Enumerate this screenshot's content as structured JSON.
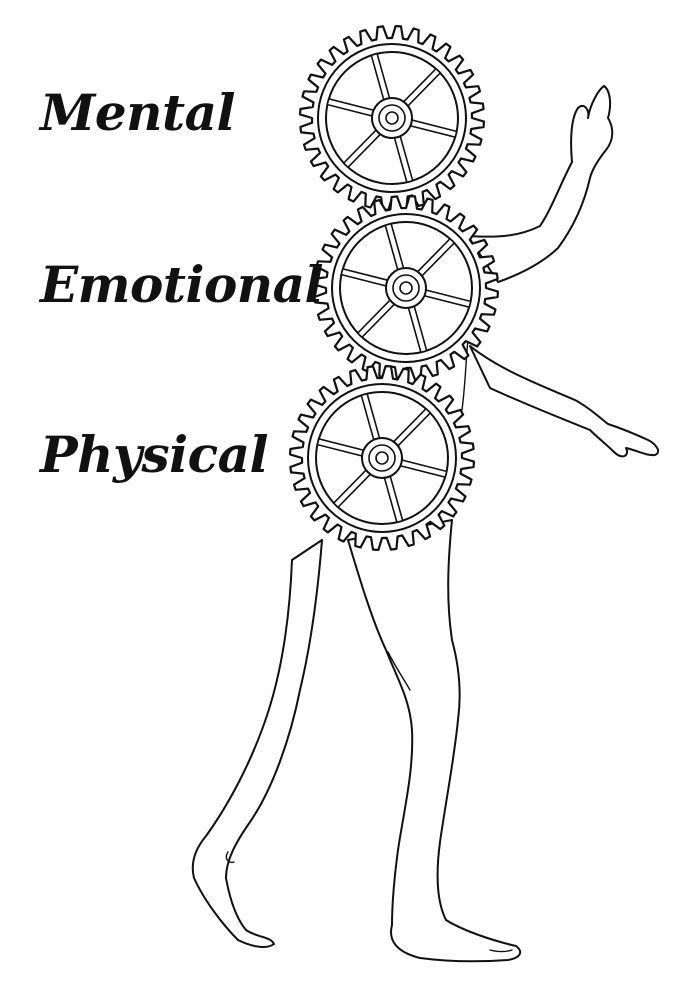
{
  "labels": {
    "mental": "Mental",
    "emotional": "Emotional",
    "physical": "Physical"
  },
  "gears": [
    {
      "name": "mental-gear",
      "teeth": 32
    },
    {
      "name": "emotional-gear",
      "teeth": 32
    },
    {
      "name": "physical-gear",
      "teeth": 32
    }
  ],
  "colors": {
    "ink": "#111111",
    "background": "#ffffff"
  }
}
